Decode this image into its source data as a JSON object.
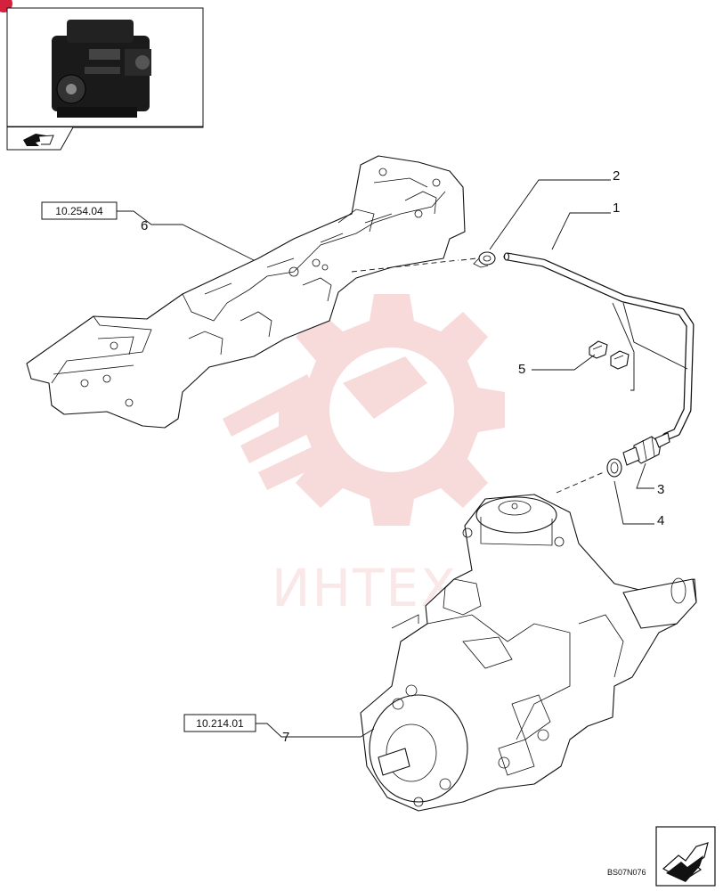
{
  "references": {
    "manifold_ref": "10.254.04",
    "pump_ref": "10.214.01"
  },
  "callouts": [
    "1",
    "2",
    "3",
    "4",
    "5",
    "6",
    "7"
  ],
  "drawing_code": "BS07N076",
  "watermark_text": "ИНТЕХ",
  "colors": {
    "line": "#111111",
    "watermark": "#e9a2a2",
    "corner_badge": "#d4213d"
  },
  "icons": {
    "thumbnail": "engine-thumbnail-icon",
    "thumbnail_nav": "back-arrow-icon",
    "next_page": "next-page-arrow-icon"
  }
}
